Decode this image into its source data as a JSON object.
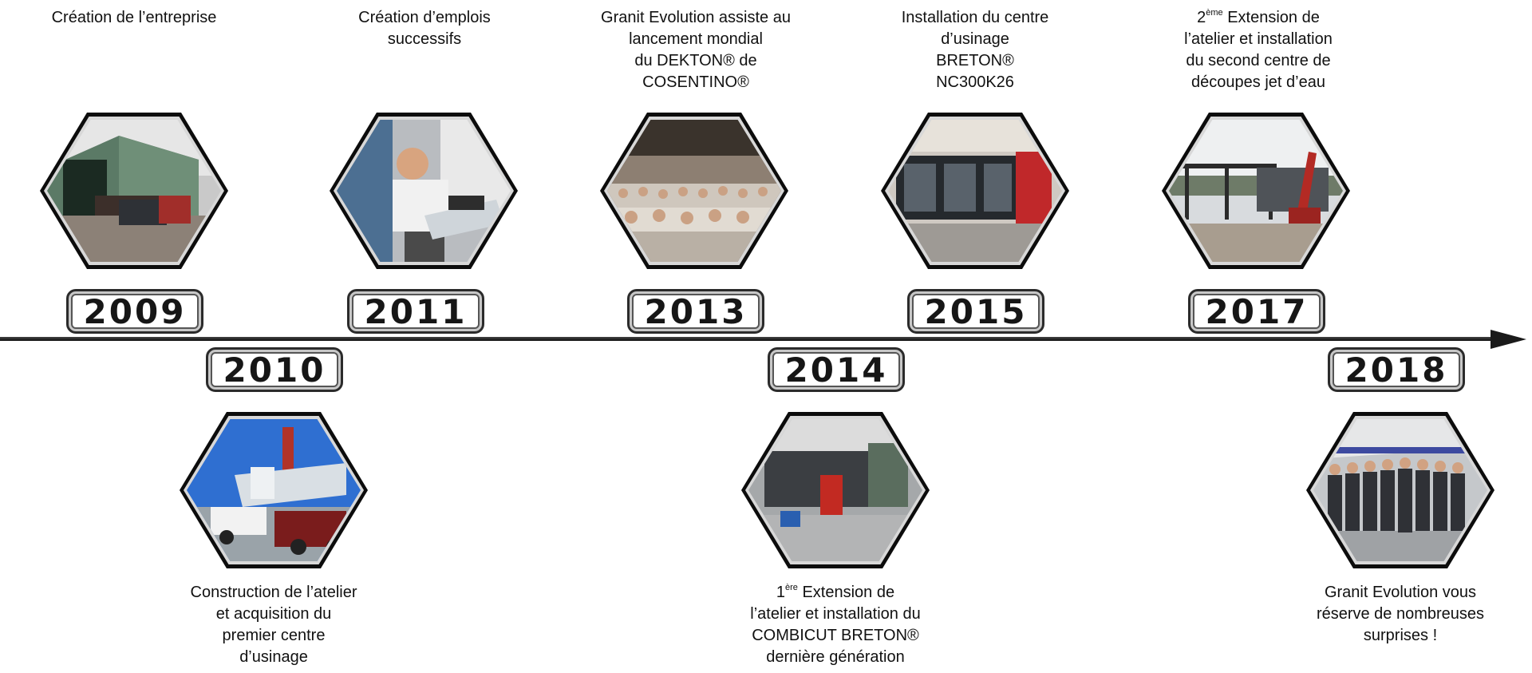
{
  "timeline": {
    "events": [
      {
        "id": "2009",
        "year": "2009",
        "position": "top",
        "caption_lines": [
          "Création de l’entreprise"
        ],
        "photo_icon": "barn-photo"
      },
      {
        "id": "2010",
        "year": "2010",
        "position": "bottom",
        "caption_lines": [
          "Construction de l’atelier",
          "et acquisition du",
          "premier centre",
          "d’usinage"
        ],
        "photo_icon": "crane-machine-photo"
      },
      {
        "id": "2011",
        "year": "2011",
        "position": "top",
        "caption_lines": [
          "Création d’emplois",
          "successifs"
        ],
        "photo_icon": "worker-photo"
      },
      {
        "id": "2013",
        "year": "2013",
        "position": "top",
        "caption_lines": [
          "Granit Evolution assiste au",
          "lancement mondial",
          "du DEKTON® de",
          "COSENTINO®"
        ],
        "photo_icon": "audience-photo"
      },
      {
        "id": "2014",
        "year": "2014",
        "position": "bottom",
        "caption_first_sup": "ère",
        "caption_first_prefix": "1",
        "caption_first_rest": " Extension de",
        "caption_lines": [
          "l’atelier et installation du",
          "COMBICUT BRETON®",
          "dernière génération"
        ],
        "photo_icon": "workshop-photo"
      },
      {
        "id": "2015",
        "year": "2015",
        "position": "top",
        "caption_lines": [
          "Installation du centre",
          "d’usinage",
          "BRETON®",
          "NC300K26"
        ],
        "photo_icon": "machining-center-photo"
      },
      {
        "id": "2017",
        "year": "2017",
        "position": "top",
        "caption_first_sup": "ème",
        "caption_first_prefix": "2",
        "caption_first_rest": " Extension de",
        "caption_lines": [
          "l’atelier et installation",
          "du second centre de",
          "découpes jet d’eau"
        ],
        "photo_icon": "construction-photo"
      },
      {
        "id": "2018",
        "year": "2018",
        "position": "bottom",
        "caption_lines": [
          "Granit Evolution vous",
          "réserve de nombreuses",
          "surprises !"
        ],
        "photo_icon": "team-photo"
      }
    ]
  },
  "colors": {
    "line": "#1a1a1a",
    "badge_border": "#2b2b2b",
    "text": "#111111"
  }
}
